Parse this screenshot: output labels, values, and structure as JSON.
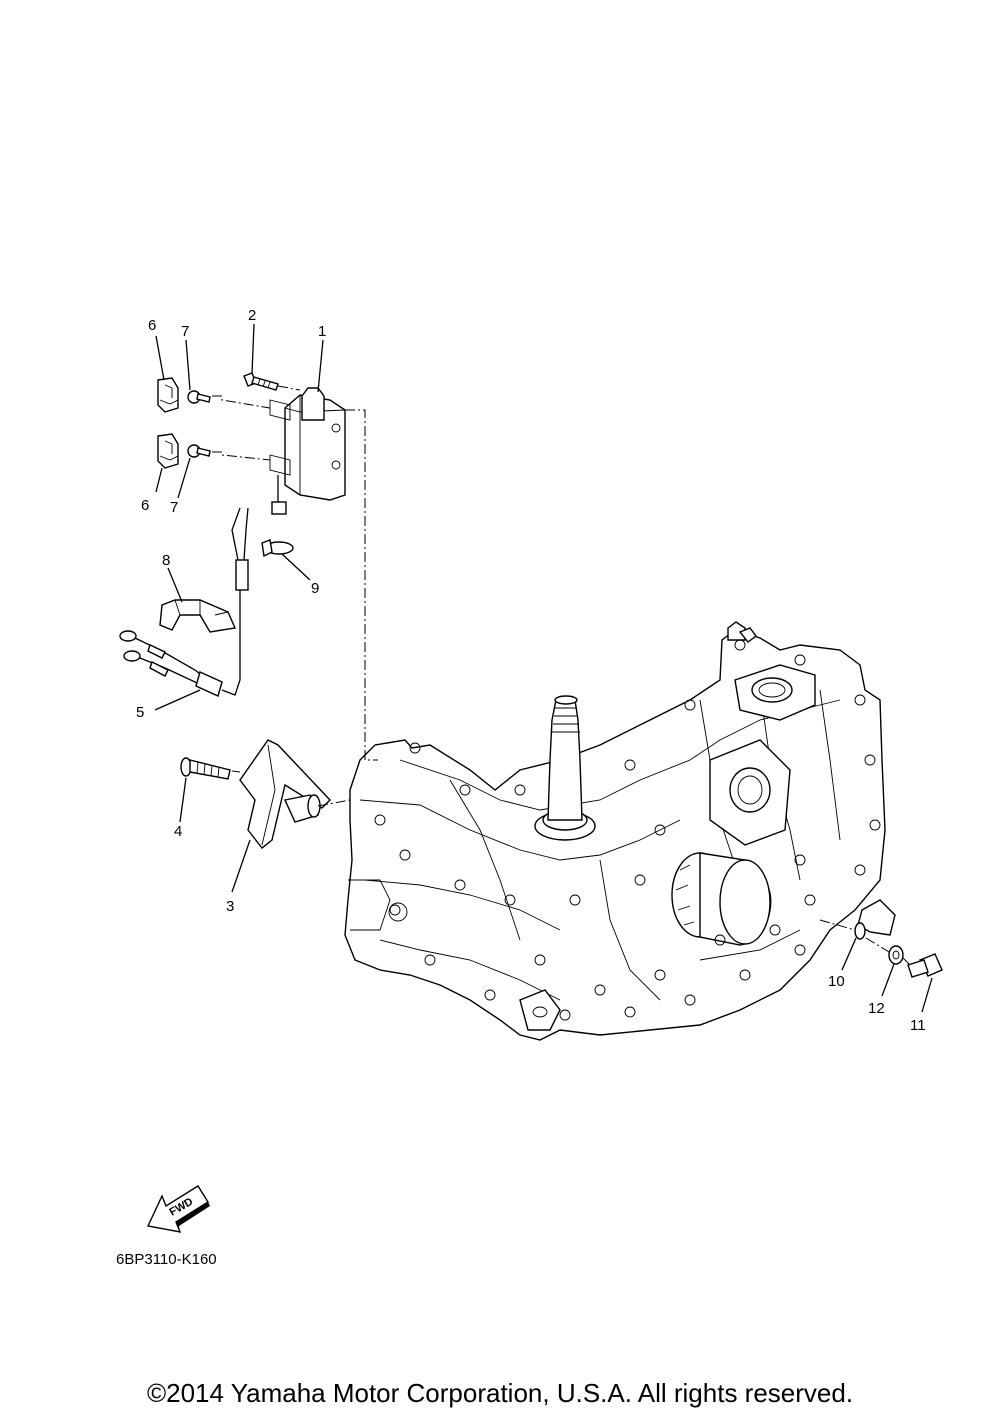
{
  "callouts": {
    "c1": "1",
    "c2": "2",
    "c3": "3",
    "c4": "4",
    "c5": "5",
    "c6a": "6",
    "c6b": "6",
    "c7a": "7",
    "c7b": "7",
    "c8": "8",
    "c9": "9",
    "c10": "10",
    "c11": "11",
    "c12": "12"
  },
  "fwd_label": "FWD",
  "diagram_code": "6BP3110-K160",
  "copyright": "©2014 Yamaha Motor Corporation, U.S.A. All rights reserved."
}
